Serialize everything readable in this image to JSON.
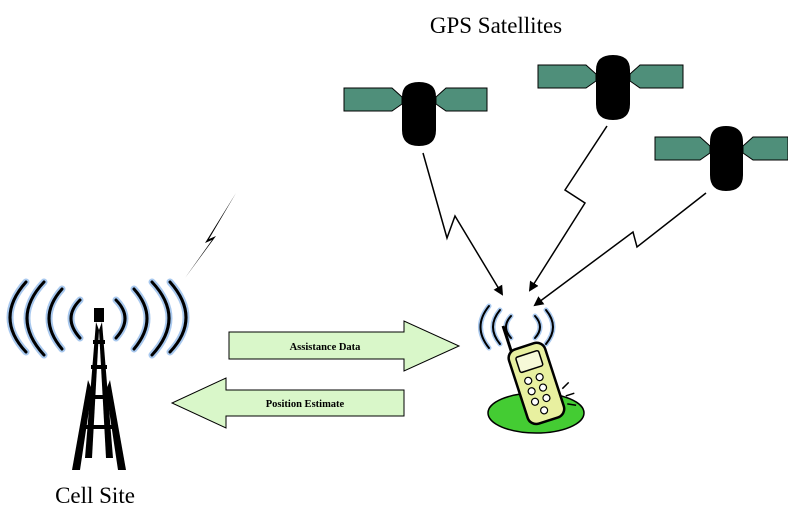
{
  "labels": {
    "satellites_title": "GPS Satellites",
    "cell_site": "Cell Site",
    "assistance_data": "Assistance Data",
    "position_estimate": "Position Estimate"
  },
  "colors": {
    "satellite_panel": "#4f8f7a",
    "satellite_body": "#000000",
    "arrow_fill": "#d9f7c9",
    "wave_outer": "#000000",
    "wave_glow": "#a8c8ee",
    "ground": "#44cc33",
    "phone": "#e8f0a0"
  }
}
